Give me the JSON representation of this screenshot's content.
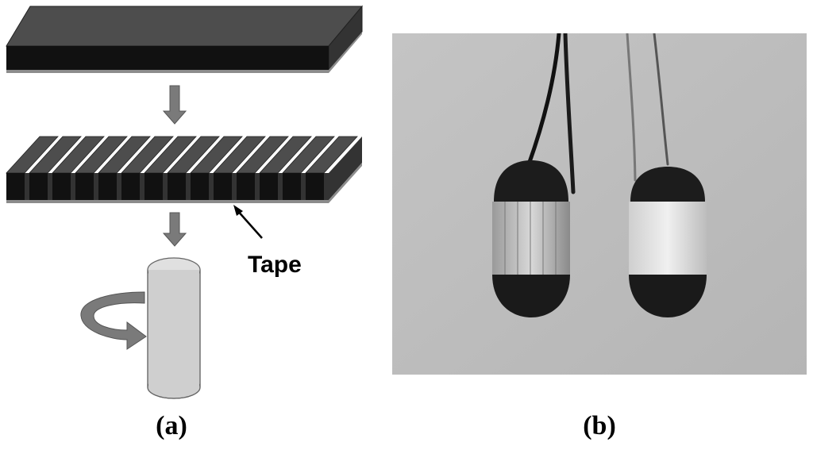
{
  "panel_a": {
    "tape_label": "Tape",
    "caption": "(a)",
    "strip_count": 14
  },
  "panel_b": {
    "caption": "(b)"
  },
  "colors": {
    "slab_top": "#4d4d4d",
    "slab_side": "#111111",
    "tape": "#8c8c8c",
    "cylinder": "#cfcfcf",
    "arrow": "#7a7a7a",
    "photo_bg": "#bdbdbd"
  }
}
